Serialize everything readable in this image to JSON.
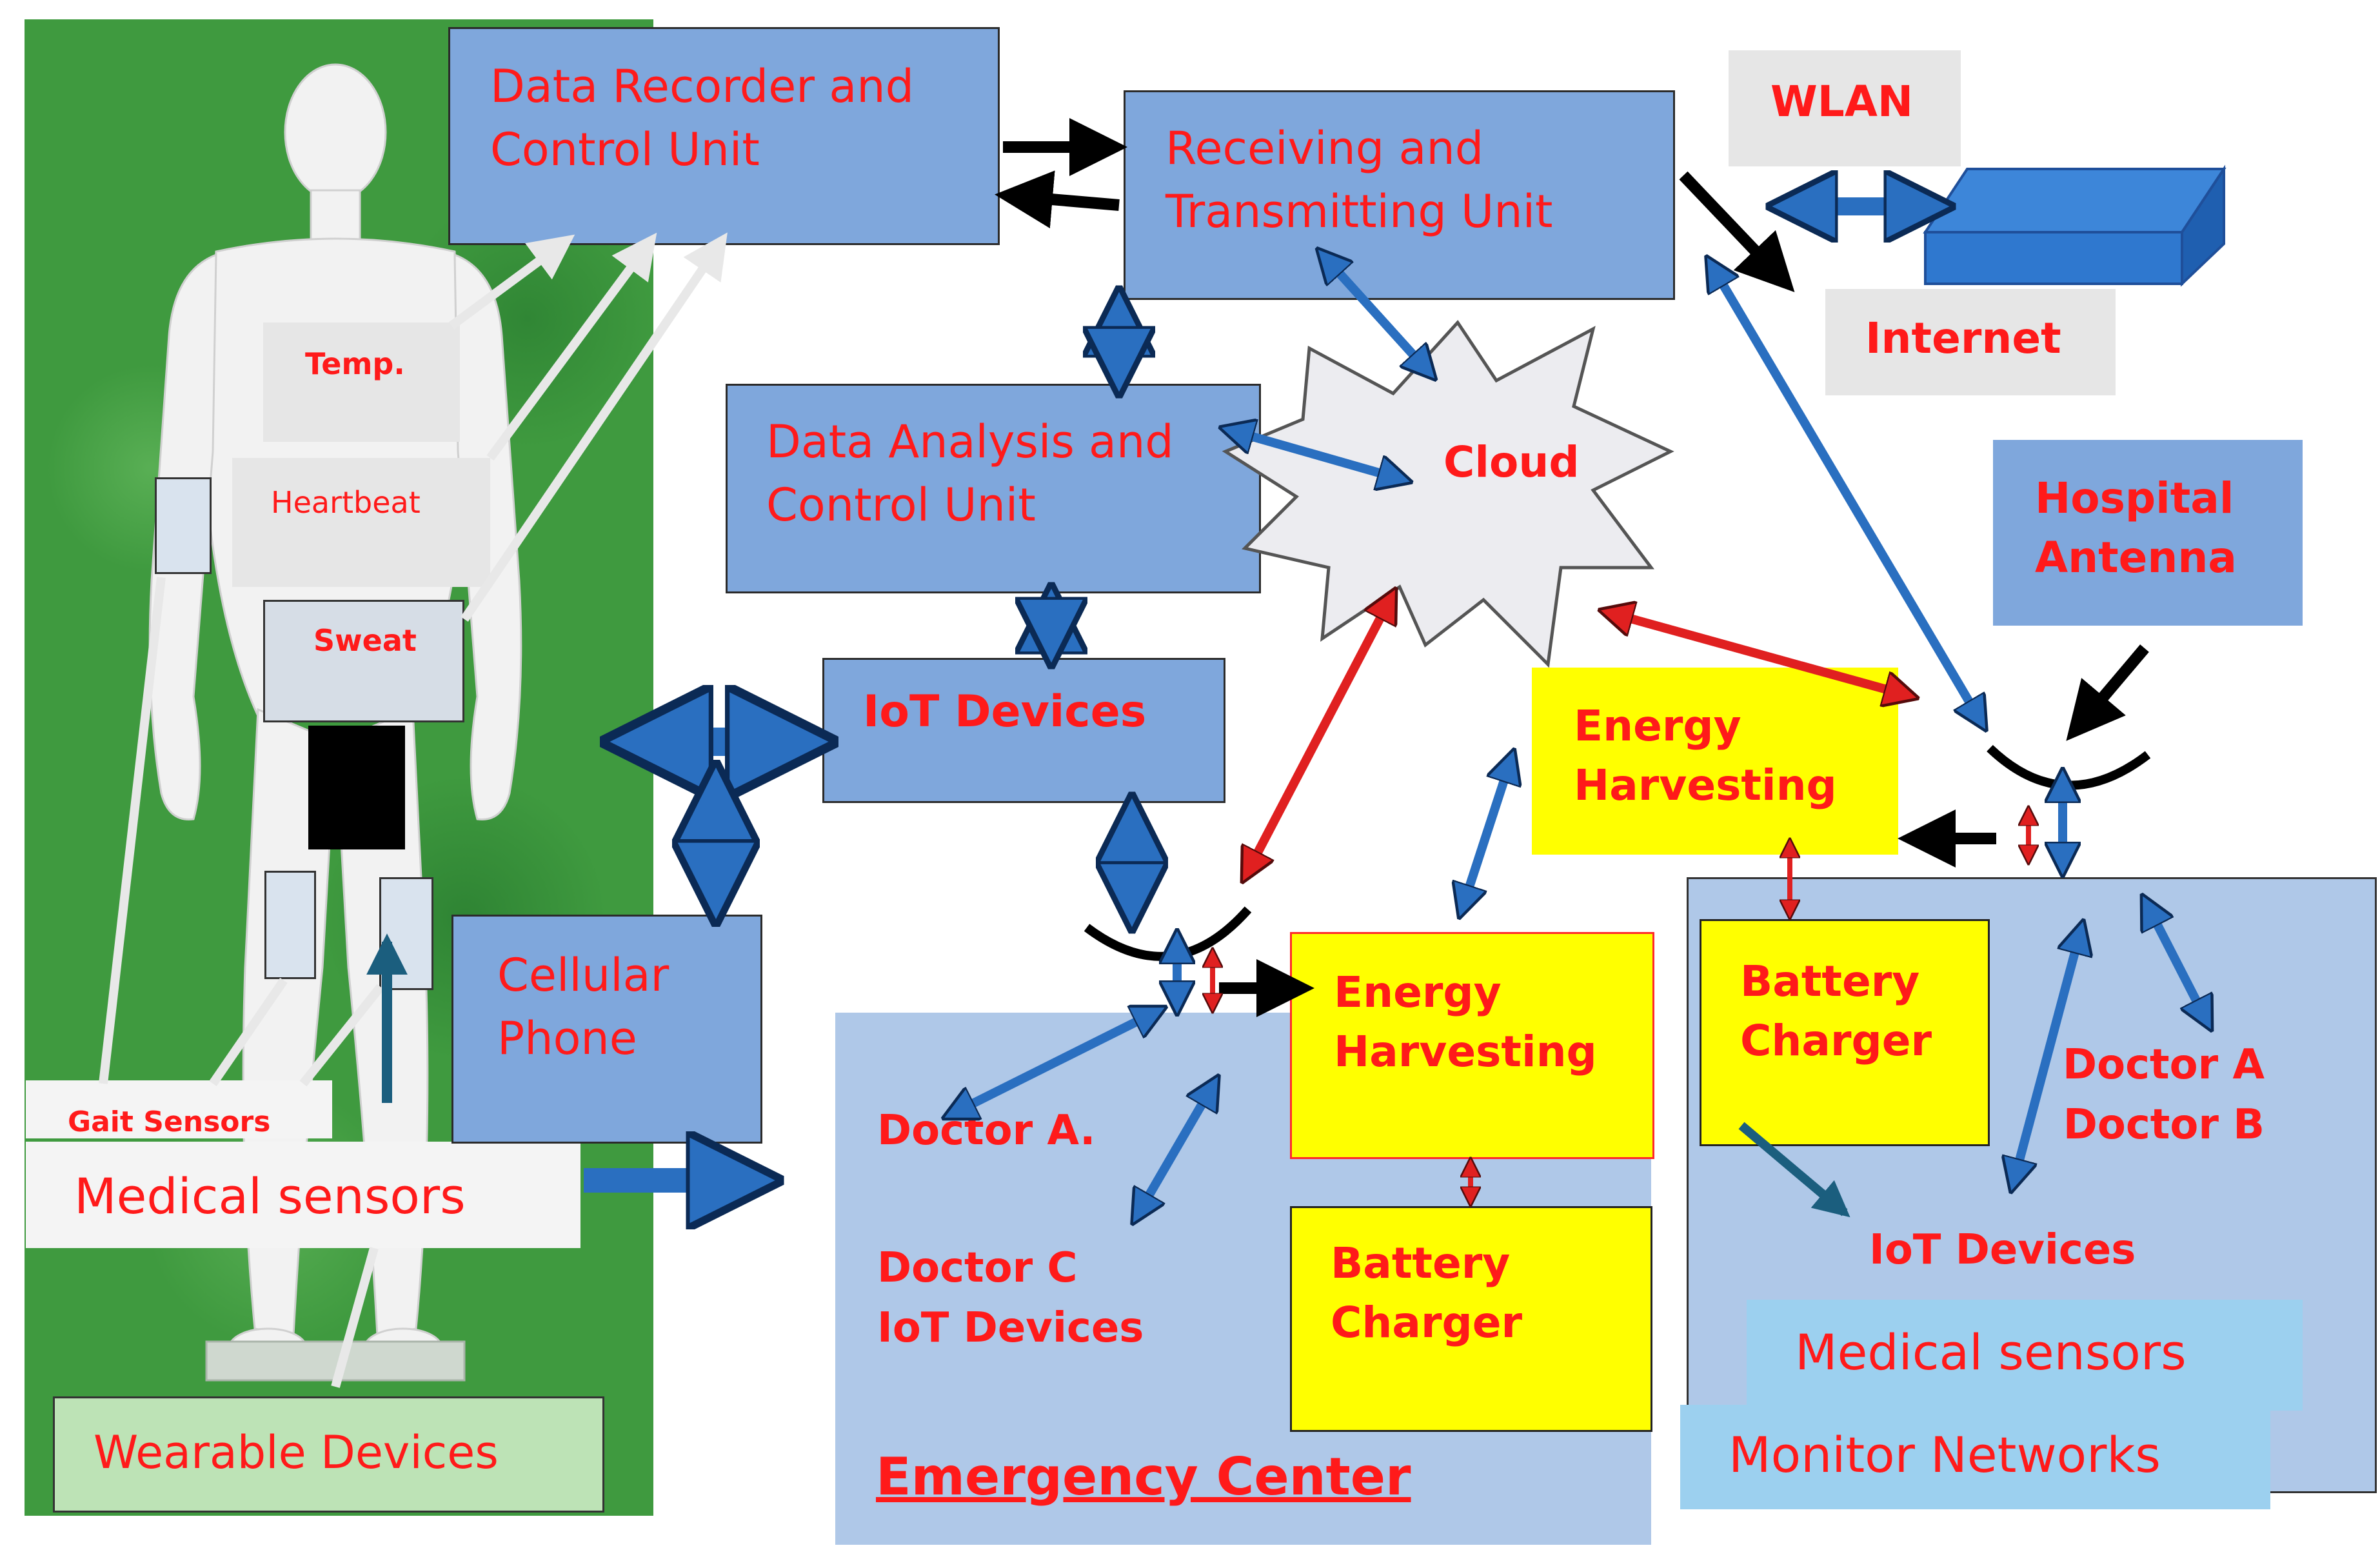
{
  "colors": {
    "box_blue": "#7fa7dc",
    "box_yellow": "#ffff00",
    "box_grey": "#e6e6e6",
    "panel_lightblue": "#afc8e8",
    "label_red": "#ff1a1a",
    "arrow_blue": "#2a6fc0",
    "arrow_red": "#e02020",
    "arrow_black": "#000000",
    "background_green": "#3f9a3f"
  },
  "wearable": {
    "temp": "Temp.",
    "heartbeat": "Heartbeat",
    "sweat": "Sweat",
    "gait_sensors": "Gait Sensors",
    "medical_sensors": "Medical sensors",
    "wearable_devices": "Wearable Devices"
  },
  "units": {
    "data_recorder": "Data Recorder and\nControl Unit",
    "receiving": "Receiving and\nTransmitting Unit",
    "data_analysis": "Data Analysis and\nControl Unit",
    "iot_devices": "IoT Devices",
    "cellular_phone": "Cellular\nPhone"
  },
  "network": {
    "wlan": "WLAN",
    "internet": "Internet",
    "cloud": "Cloud",
    "hospital_antenna": "Hospital\nAntenna"
  },
  "emergency_center": {
    "title": "Emergency Center",
    "energy_harvesting": "Energy\nHarvesting",
    "battery_charger": "Battery\nCharger",
    "doctor_a": "Doctor A.",
    "doctor_c_iot": "Doctor C\nIoT Devices"
  },
  "hospital_side": {
    "energy_harvesting": "Energy\nHarvesting",
    "battery_charger": "Battery\nCharger",
    "doctors": "Doctor A\nDoctor B",
    "iot_devices": "IoT Devices",
    "medical_sensors": "Medical sensors",
    "monitor_networks": "Monitor Networks"
  }
}
